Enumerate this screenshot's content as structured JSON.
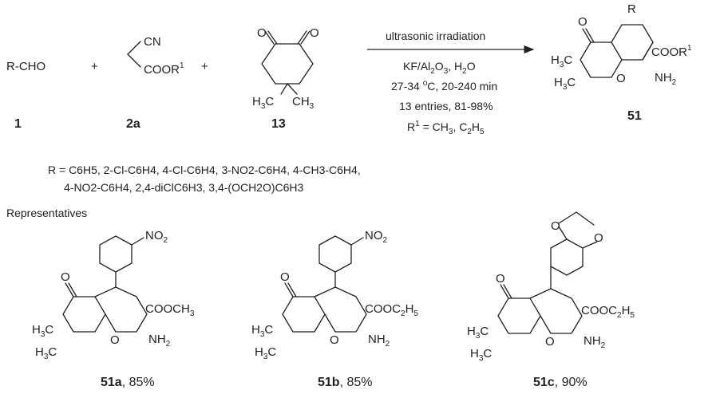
{
  "reaction": {
    "reactant1": "R-CHO",
    "reactant2_top": "CN",
    "reactant2_bottom": "COOR",
    "reactant2_sup": "1",
    "methyl_left_main": "H",
    "methyl_left_sub": "3",
    "methyl_left_end": "C",
    "methyl_right_main": "CH",
    "methyl_right_sub": "3",
    "plus": "+",
    "compound_labels": [
      "1",
      "2a",
      "13",
      "51"
    ]
  },
  "conditions": {
    "above_arrow": "ultrasonic irradiation",
    "line1_a": "KF/Al",
    "line1_sub1": "2",
    "line1_b": "O",
    "line1_sub2": "3",
    "line1_c": ", H",
    "line1_sub3": "2",
    "line1_d": "O",
    "line2_a": "27-34 ",
    "line2_sup": "o",
    "line2_b": "C, 20-240 min",
    "line3": "13 entries, 81-98%",
    "line4_a": "R",
    "line4_sup": "1",
    "line4_b": " = CH",
    "line4_sub1": "3",
    "line4_c": ", C",
    "line4_sub2": "2",
    "line4_d": "H",
    "line4_sub3": "5"
  },
  "product": {
    "ketone_o": "O",
    "r_group": "R",
    "ester_main": "COOR",
    "ester_sup": "1",
    "ring_o": "O",
    "amine_main": "NH",
    "amine_sub": "2"
  },
  "r_definition": {
    "line1": "R = C6H5, 2-Cl-C6H4, 4-Cl-C6H4, 3-NO2-C6H4, 4-CH3-C6H4,",
    "line2": "4-NO2-C6H4, 2,4-diClC6H3, 3,4-(OCH2O)C6H3"
  },
  "representatives_title": "Representatives",
  "representatives": [
    {
      "id": "51a",
      "yield": ", 85%",
      "ester": "COOCH",
      "ester_sub": "3",
      "substituent": "NO",
      "substituent_sub": "2"
    },
    {
      "id": "51b",
      "yield": ", 85%",
      "ester": "COOC",
      "ester_sub": "2",
      "ester_mid": "H",
      "ester_sub2": "5",
      "substituent": "NO",
      "substituent_sub": "2"
    },
    {
      "id": "51c",
      "yield": ", 90%",
      "ester": "COOC",
      "ester_sub": "2",
      "ester_mid": "H",
      "ester_sub2": "5",
      "dioxole_o1": "O",
      "dioxole_o2": "O"
    }
  ]
}
